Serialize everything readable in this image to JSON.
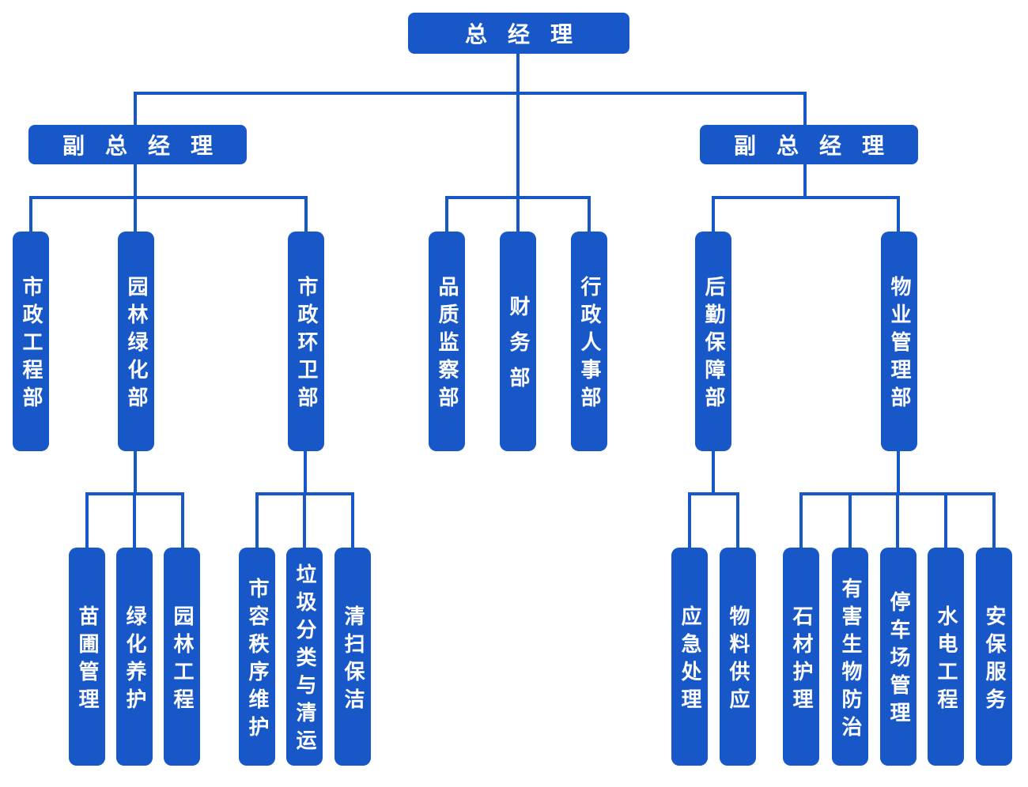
{
  "colors": {
    "node_fill": "#1757C8",
    "connector": "#1757C8",
    "node_text": "#FFFFFF",
    "background": "#FFFFFF"
  },
  "nodes": {
    "general_manager": "总经理",
    "deputy_gm_left": "副总经理",
    "deputy_gm_right": "副总经理",
    "municipal_engineering_dept": "市政工程部",
    "landscaping_dept": "园林绿化部",
    "municipal_sanitation_dept": "市政环卫部",
    "quality_supervision_dept": "品质监察部",
    "finance_dept": "财务部",
    "admin_hr_dept": "行政人事部",
    "logistics_support_dept": "后勤保障部",
    "property_management_dept": "物业管理部",
    "nursery_management": "苗圃管理",
    "greening_maintenance": "绿化养护",
    "landscape_engineering": "园林工程",
    "city_order_maintenance": "市容秩序维护",
    "waste_sorting_and_transport": "垃圾分类与清运",
    "cleaning_service": "清扫保洁",
    "emergency_handling": "应急处理",
    "material_supply": "物料供应",
    "stone_care": "石材护理",
    "pest_control": "有害生物防治",
    "parking_lot_management": "停车场管理",
    "water_electricity_engineering": "水电工程",
    "security_service": "安保服务"
  },
  "org_chart": {
    "type": "org-hierarchy",
    "root": {
      "label": "总经理",
      "children": [
        {
          "label": "副总经理",
          "children": [
            {
              "label": "市政工程部",
              "children": []
            },
            {
              "label": "园林绿化部",
              "children": [
                {
                  "label": "苗圃管理"
                },
                {
                  "label": "绿化养护"
                },
                {
                  "label": "园林工程"
                }
              ]
            },
            {
              "label": "市政环卫部",
              "children": [
                {
                  "label": "市容秩序维护"
                },
                {
                  "label": "垃圾分类与清运"
                },
                {
                  "label": "清扫保洁"
                }
              ]
            }
          ]
        },
        {
          "label": "品质监察部",
          "children": []
        },
        {
          "label": "财务部",
          "children": []
        },
        {
          "label": "行政人事部",
          "children": []
        },
        {
          "label": "副总经理",
          "children": [
            {
              "label": "后勤保障部",
              "children": [
                {
                  "label": "应急处理"
                },
                {
                  "label": "物料供应"
                }
              ]
            },
            {
              "label": "物业管理部",
              "children": [
                {
                  "label": "石材护理"
                },
                {
                  "label": "有害生物防治"
                },
                {
                  "label": "停车场管理"
                },
                {
                  "label": "水电工程"
                },
                {
                  "label": "安保服务"
                }
              ]
            }
          ]
        }
      ]
    }
  }
}
